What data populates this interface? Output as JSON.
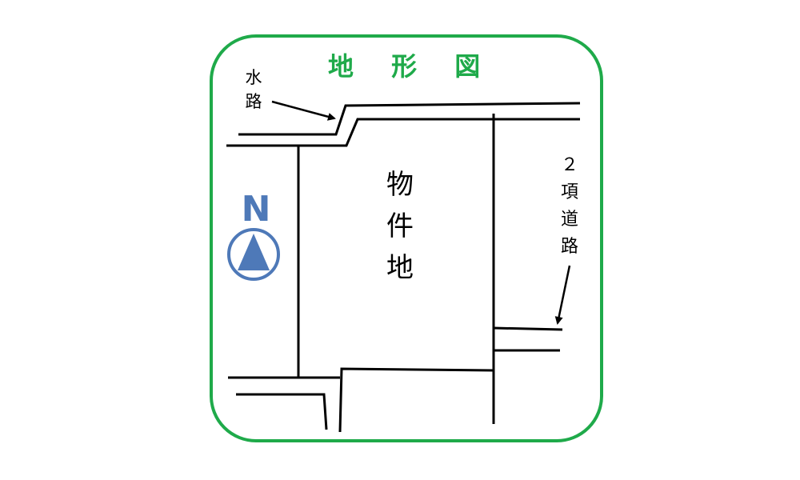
{
  "title": "地 形 図",
  "labels": {
    "waterway": [
      "水",
      "路"
    ],
    "property": [
      "物",
      "件",
      "地"
    ],
    "road": [
      "２",
      "項",
      "道",
      "路"
    ]
  },
  "north": {
    "letter": "N"
  },
  "colors": {
    "frame": "#1faa4a",
    "title": "#1faa4a",
    "north": "#4e79b8",
    "lines": "#000000"
  }
}
